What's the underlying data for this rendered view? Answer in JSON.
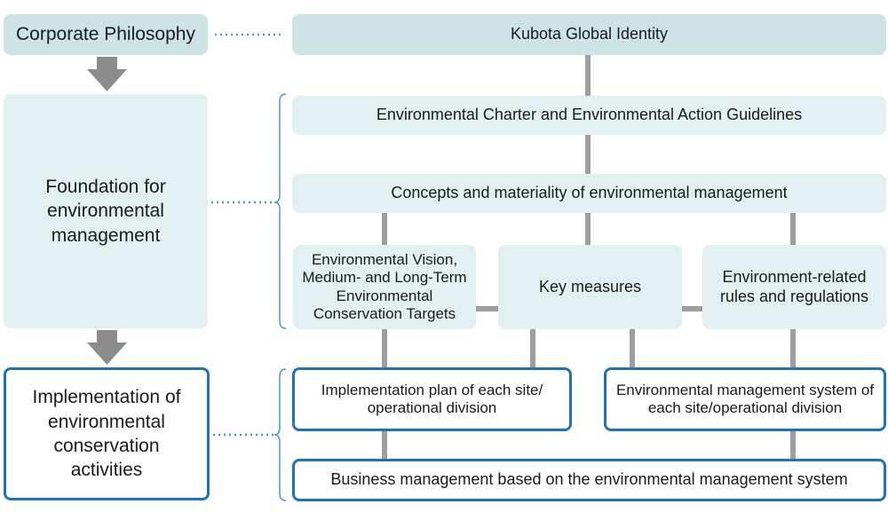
{
  "left": {
    "corporate_philosophy": "Corporate Philosophy",
    "foundation": "Foundation for environmental management",
    "implementation": "Implementation of environmental conservation activities"
  },
  "right": {
    "kubota_identity": "Kubota Global Identity",
    "charter": "Environmental Charter and Environmental Action Guidelines",
    "concepts": "Concepts and materiality of environmental management",
    "vision": "Environmental Vision, Medium- and Long-Term Environmental Conservation Targets",
    "key_measures": "Key measures",
    "rules": "Environment-related rules and regulations",
    "impl_plan": "Implementation plan of each site/ operational division",
    "ems": "Environmental management system of each site/operational division",
    "business_mgmt": "Business management based on the environmental management system"
  },
  "colors": {
    "box_fill_dark": "#cde4e6",
    "box_fill_light": "#e2f0f1",
    "outline_blue": "#1f73b5",
    "connector_gray": "#9e9e9e",
    "arrow_gray": "#8c8c8c",
    "dotted_teal": "#4a9fb0"
  }
}
